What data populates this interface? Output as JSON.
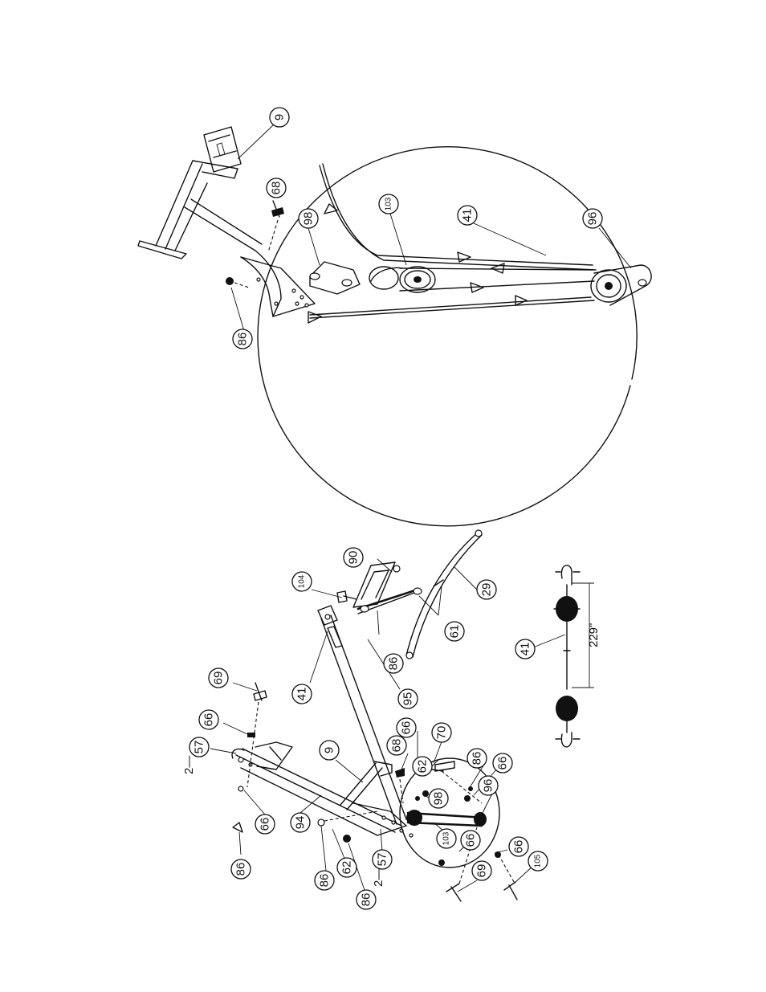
{
  "detail": {
    "callouts": {
      "c9": "9",
      "c68": "68",
      "c98": "98",
      "c103": "103",
      "c41": "41",
      "c96": "96",
      "c86": "86"
    }
  },
  "main": {
    "callouts": {
      "c90": "90",
      "c104": "104",
      "c29": "29",
      "c61": "61",
      "c86a": "86",
      "c41": "41",
      "c95": "95",
      "c69a": "69",
      "c66a": "66",
      "c9": "9",
      "c66b": "66",
      "c68": "68",
      "c70": "70",
      "c62a": "62",
      "c86b": "86",
      "c66c": "66",
      "c98": "98",
      "c96": "96",
      "c103": "103",
      "c66d": "66",
      "c66e": "66",
      "c105": "105",
      "c69b": "69",
      "c57b": "57",
      "c86c": "86",
      "c62b": "62",
      "c86d": "86",
      "c94": "94",
      "c66f": "66",
      "c86e": "86",
      "c57a": "57"
    },
    "labels": {
      "two_57_top": "2—",
      "two_57_bottom": "2—"
    }
  },
  "cable": {
    "callouts": {
      "c41": "41"
    },
    "dimension": "229\""
  }
}
